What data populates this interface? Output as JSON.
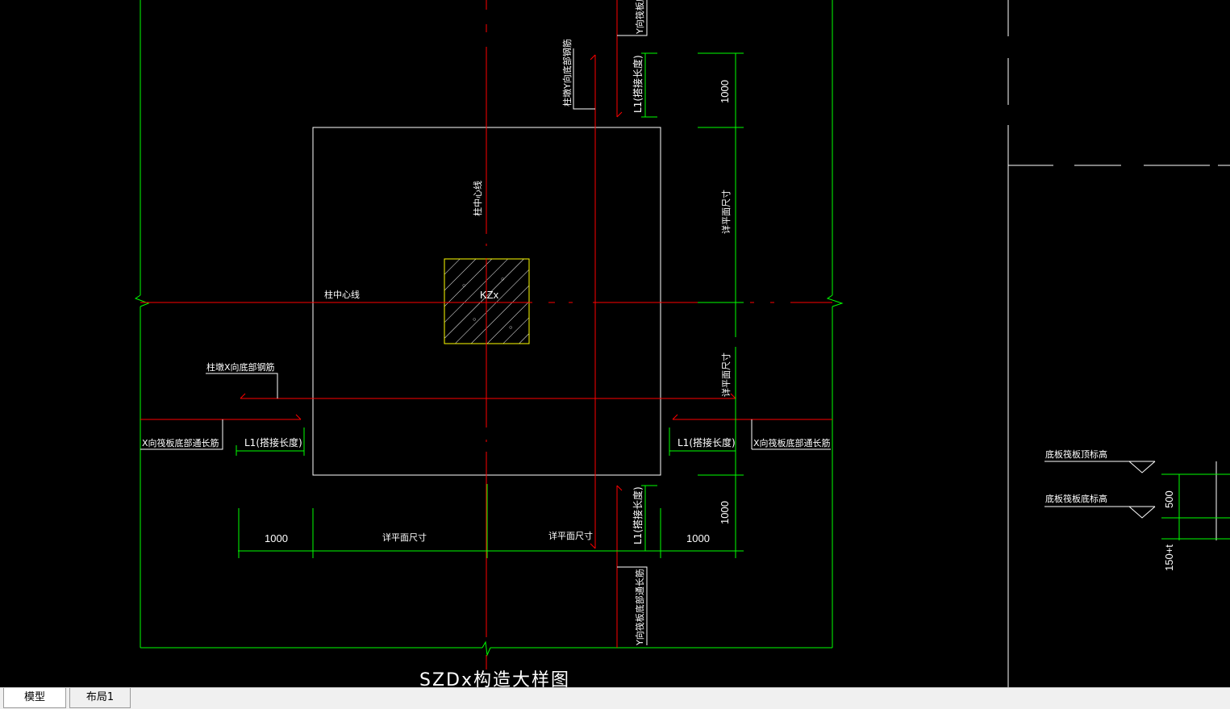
{
  "drawing": {
    "title": "SZDx构造大样图",
    "column_label": "KZx",
    "labels": {
      "col_center_top": "柱中心线",
      "col_center_left": "柱中心线",
      "col_x_bottom_bar": "柱墩X向底部钢筋",
      "col_y_bottom_bar": "柱墩Y向底部钢筋",
      "x_raft_bottom_left": "X向筏板底部通长筋",
      "x_raft_bottom_right": "X向筏板底部通长筋",
      "y_raft_bottom_top": "Y向筏板底部通长筋",
      "y_raft_bottom_bottom": "Y向筏板底部通长筋",
      "lap_left": "L1(搭接长度)",
      "lap_right": "L1(搭接长度)",
      "lap_top": "L1(搭接长度)",
      "lap_bottom": "L1(搭接长度)",
      "plan_size_bottom_center": "详平面尺寸",
      "plan_size_bottom_right": "详平面尺寸",
      "plan_size_right_upper": "详平面尺寸",
      "plan_size_right_lower": "详平面尺寸",
      "dim_bottom_left": "1000",
      "dim_bottom_right": "1000",
      "dim_right_top": "1000",
      "dim_right_bottom": "1000"
    },
    "side_detail": {
      "raft_top_elev": "底板筏板顶标高",
      "raft_bottom_elev": "底板筏板底标高",
      "dim_500": "500",
      "dim_150": "150+t"
    }
  },
  "tabs": {
    "model": "模型",
    "layout1": "布局1"
  },
  "colors": {
    "background": "#000000",
    "green": "#00ff00",
    "red": "#ff0000",
    "white": "#ffffff",
    "yellow": "#ffff00"
  }
}
